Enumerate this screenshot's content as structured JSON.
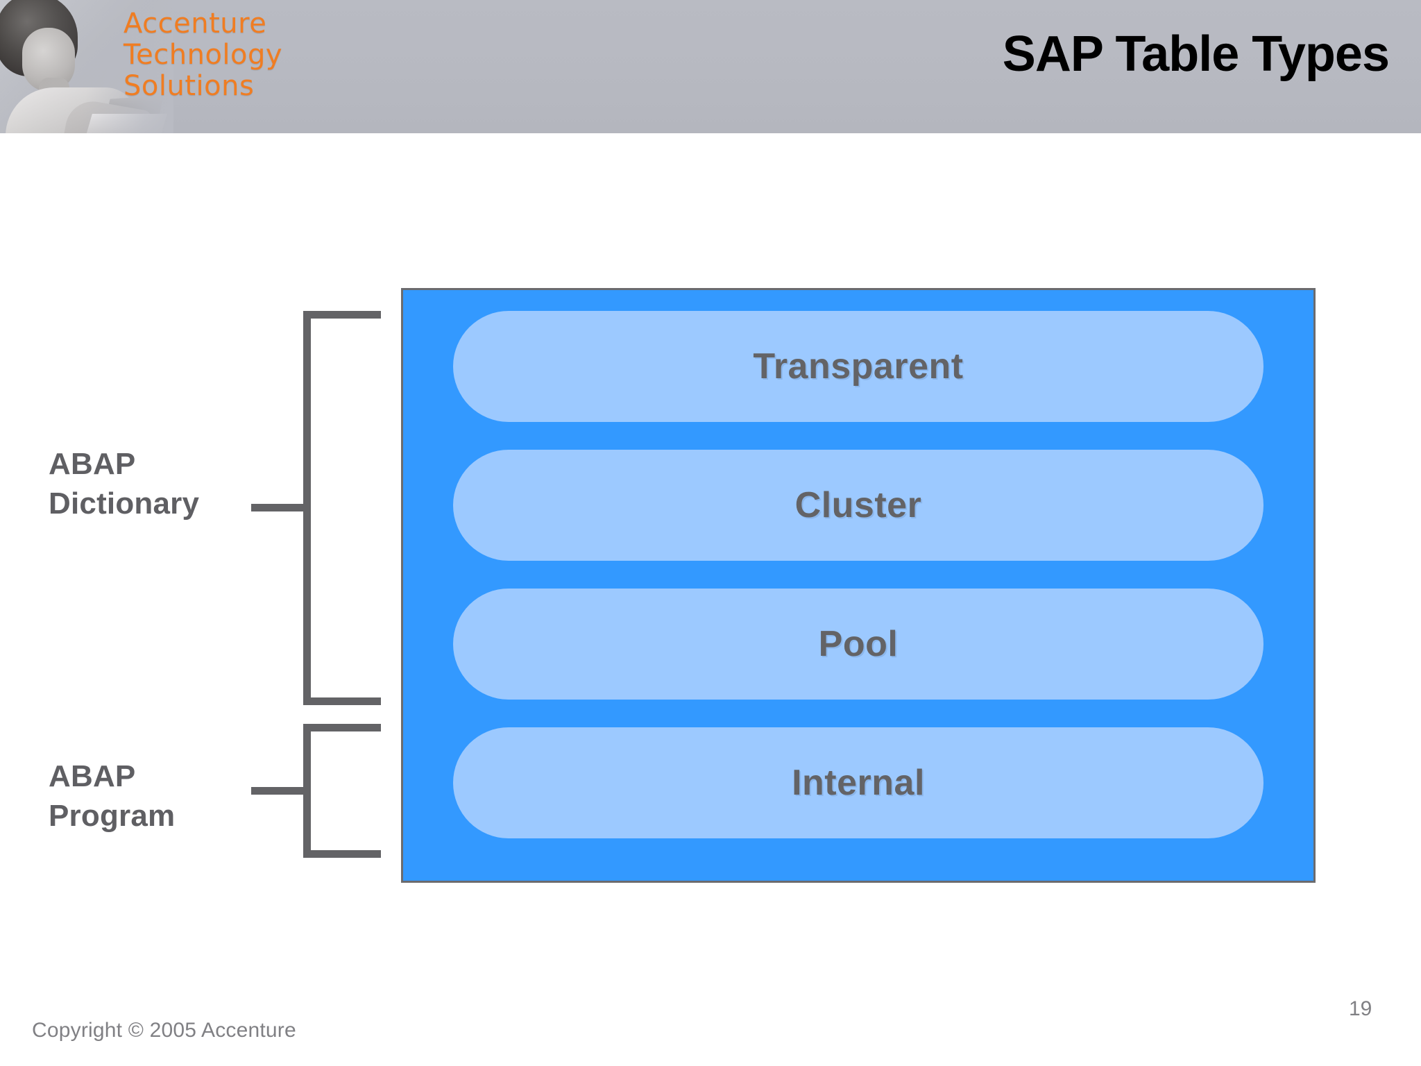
{
  "slide": {
    "title": "SAP Table Types",
    "page_number": "19",
    "copyright": "Copyright © 2005 Accenture"
  },
  "branding": {
    "logo_text": "Accenture\nTechnology\nSolutions",
    "logo_color": "#f07d22",
    "header_background": "#b8bac2",
    "photo_alt": "woman-with-laptop-photo"
  },
  "diagram": {
    "box_fill": "#3399ff",
    "box_border": "#6b6b6e",
    "pill_fill": "#9cc9ff",
    "pill_text_color": "#636366",
    "bracket_color": "#636366",
    "groups": [
      {
        "id": "dictionary",
        "label": "ABAP\nDictionary",
        "covers": [
          "Transparent",
          "Cluster",
          "Pool"
        ]
      },
      {
        "id": "program",
        "label": "ABAP\nProgram",
        "covers": [
          "Internal"
        ]
      }
    ],
    "table_types": [
      {
        "label": "Transparent"
      },
      {
        "label": "Cluster"
      },
      {
        "label": "Pool"
      },
      {
        "label": "Internal"
      }
    ]
  }
}
